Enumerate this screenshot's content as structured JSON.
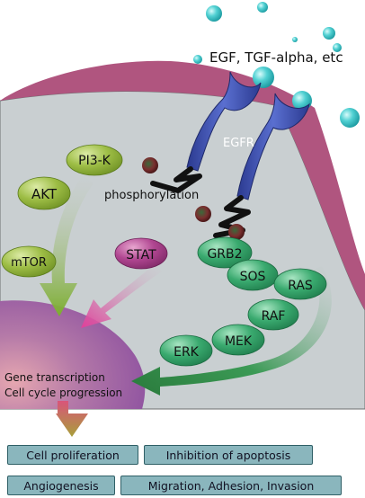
{
  "labels": {
    "ligands": "EGF, TGF-alpha, etc",
    "receptor": "EGFR",
    "phosphorylation": "phosphorylation",
    "nucleus_line1": "Gene transcription",
    "nucleus_line2": "Cell cycle progression"
  },
  "proteins": {
    "pi3k": "PI3-K",
    "akt": "AKT",
    "mtor": "mTOR",
    "stat": "STAT",
    "grb2": "GRB2",
    "sos": "SOS",
    "ras": "RAS",
    "raf": "RAF",
    "mek": "MEK",
    "erk": "ERK"
  },
  "outcomes": {
    "cell_proliferation": "Cell proliferation",
    "inhibition_of_apoptosis": "Inhibition of apoptosis",
    "angiogenesis": "Angiogenesis",
    "migration": "Migration, Adhesion, Invasion"
  },
  "colors": {
    "membrane": "#b0557f",
    "cytoplasm": "#c9cfd1",
    "nucleus": "#9b5aa6",
    "receptor": "#3d4fa8",
    "ligand": "#2fb9bd",
    "pi3k_pathway": "#93b33a",
    "stat": "#a53c84",
    "mapk_pathway": "#2f9a62",
    "outcome_box": "#8ab6bd"
  }
}
